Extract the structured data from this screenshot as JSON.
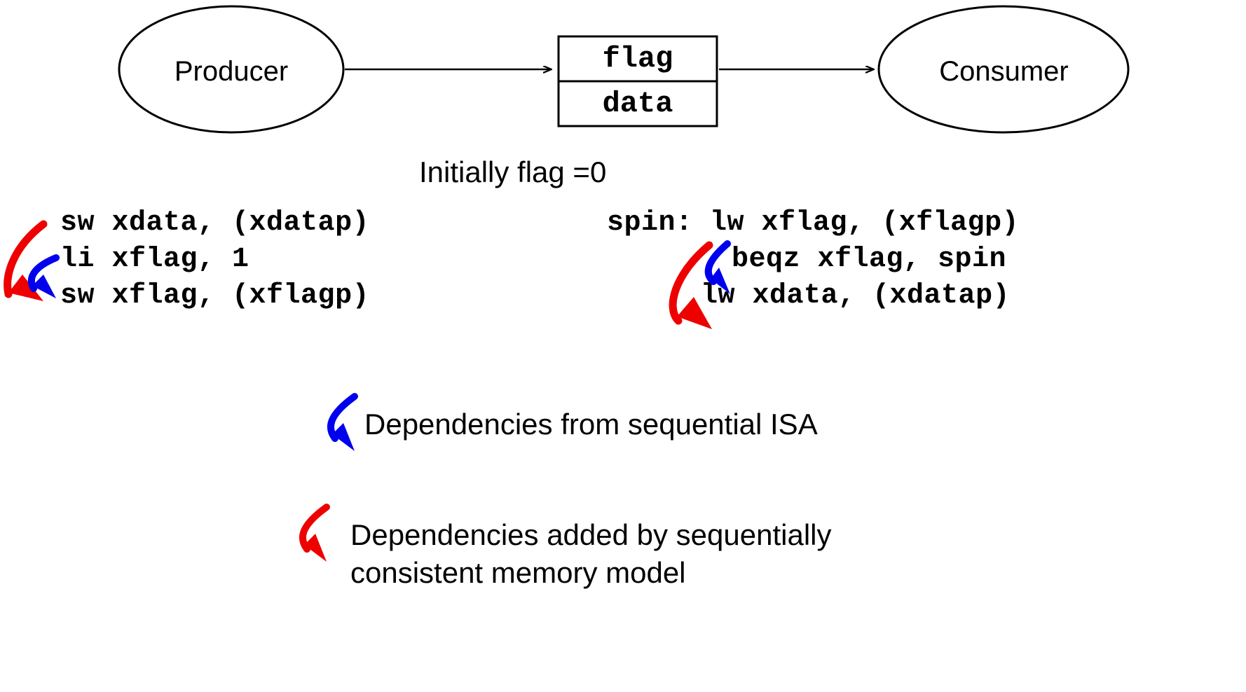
{
  "diagram": {
    "title": "Producer-Consumer flag/data synchronization with sequential consistency dependencies",
    "colors": {
      "stroke": "#000000",
      "background": "#ffffff",
      "isa_dependency": "#0000ee",
      "sc_dependency": "#ee0000"
    },
    "nodes": [
      {
        "id": "producer",
        "label": "Producer",
        "shape": "ellipse"
      },
      {
        "id": "consumer",
        "label": "Consumer",
        "shape": "ellipse"
      }
    ],
    "memory_box": {
      "rows": [
        {
          "id": "flag",
          "label": "flag"
        },
        {
          "id": "data",
          "label": "data"
        }
      ]
    },
    "init_note": "Initially flag =0",
    "code_blocks": [
      {
        "id": "producer-code",
        "lines": [
          "sw xdata, (xdatap)",
          "li xflag, 1",
          "sw xflag, (xflagp)"
        ]
      },
      {
        "id": "consumer-code",
        "lines": [
          "spin: lw xflag, (xflagp)",
          "beqz xflag, spin",
          "lw xdata, (xdatap)"
        ]
      }
    ],
    "legend": [
      {
        "id": "isa-dependency",
        "color": "#0000ee",
        "text": "Dependencies from sequential ISA"
      },
      {
        "id": "sc-dependency",
        "color": "#ee0000",
        "text_line1": "Dependencies added by sequentially",
        "text_line2": "consistent memory model"
      }
    ]
  }
}
